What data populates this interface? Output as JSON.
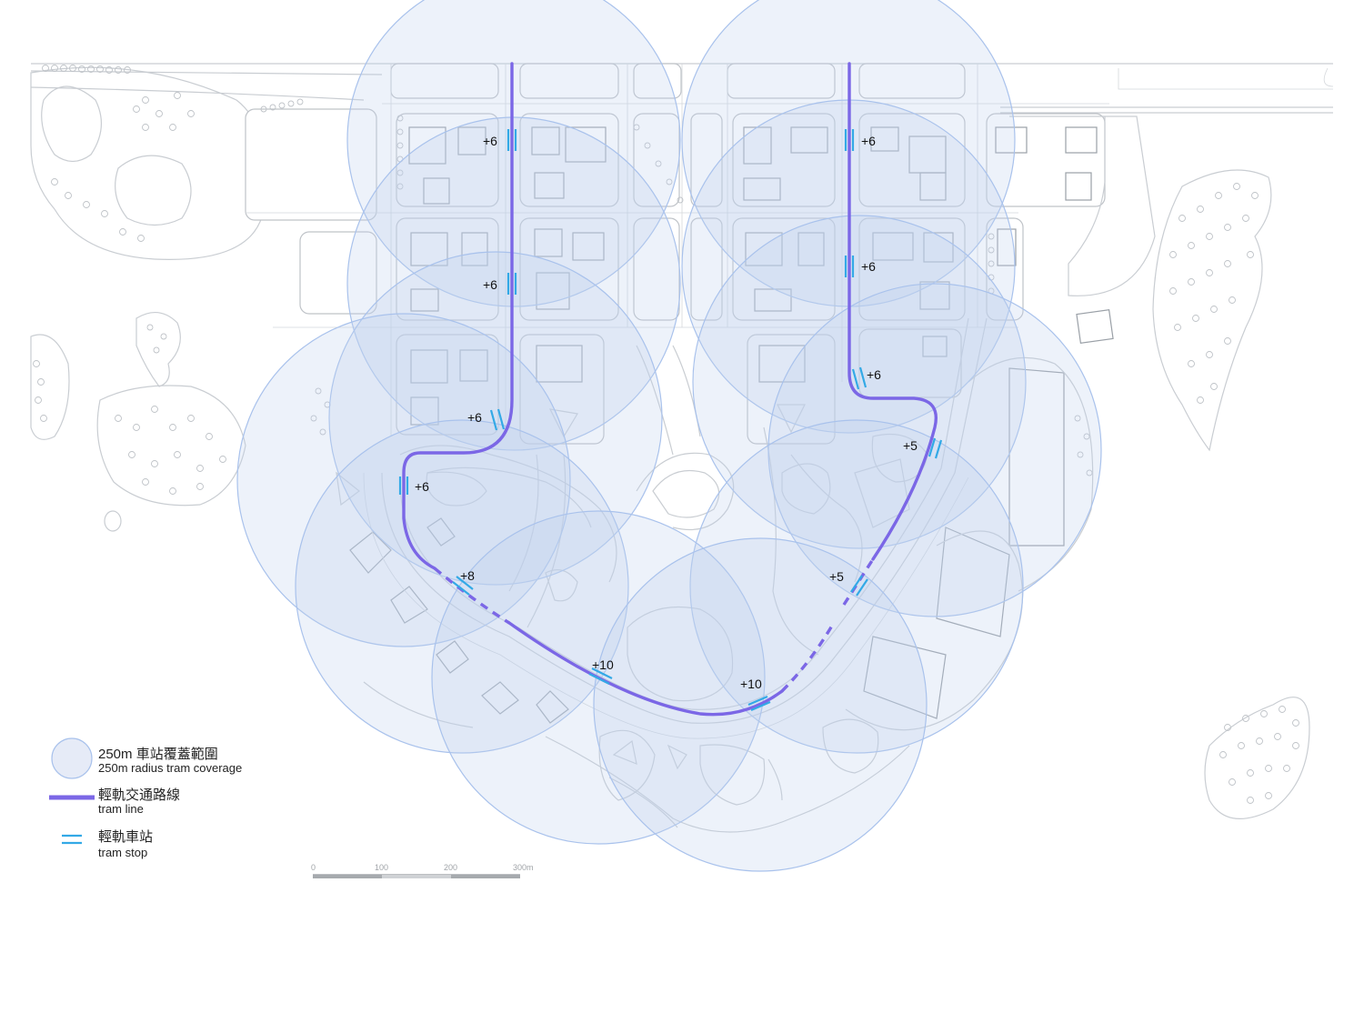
{
  "colors": {
    "tram_line": "#7b67e6",
    "tram_stop": "#33a9e6",
    "coverage_fill": "#dfe6f6",
    "coverage_stroke": "#a9c2ec",
    "basemap": "#c9cdd2"
  },
  "legend": {
    "coverage": {
      "zh": "250m 車站覆蓋範圍",
      "en": "250m radius tram coverage"
    },
    "tram_line": {
      "zh": "輕軌交通路線",
      "en": "tram line"
    },
    "tram_stop": {
      "zh": "輕軌車站",
      "en": "tram stop"
    }
  },
  "stops": [
    {
      "id": "w1",
      "label": "+6"
    },
    {
      "id": "w2",
      "label": "+6"
    },
    {
      "id": "w3",
      "label": "+6"
    },
    {
      "id": "w4",
      "label": "+6"
    },
    {
      "id": "w5",
      "label": "+8"
    },
    {
      "id": "s1",
      "label": "+10"
    },
    {
      "id": "s2",
      "label": "+10"
    },
    {
      "id": "e5",
      "label": "+5"
    },
    {
      "id": "e4",
      "label": "+5"
    },
    {
      "id": "e3",
      "label": "+6"
    },
    {
      "id": "e2",
      "label": "+6"
    },
    {
      "id": "e1",
      "label": "+6"
    }
  ],
  "scale_bar": {
    "ticks": [
      "0",
      "100",
      "200",
      "300m"
    ]
  }
}
